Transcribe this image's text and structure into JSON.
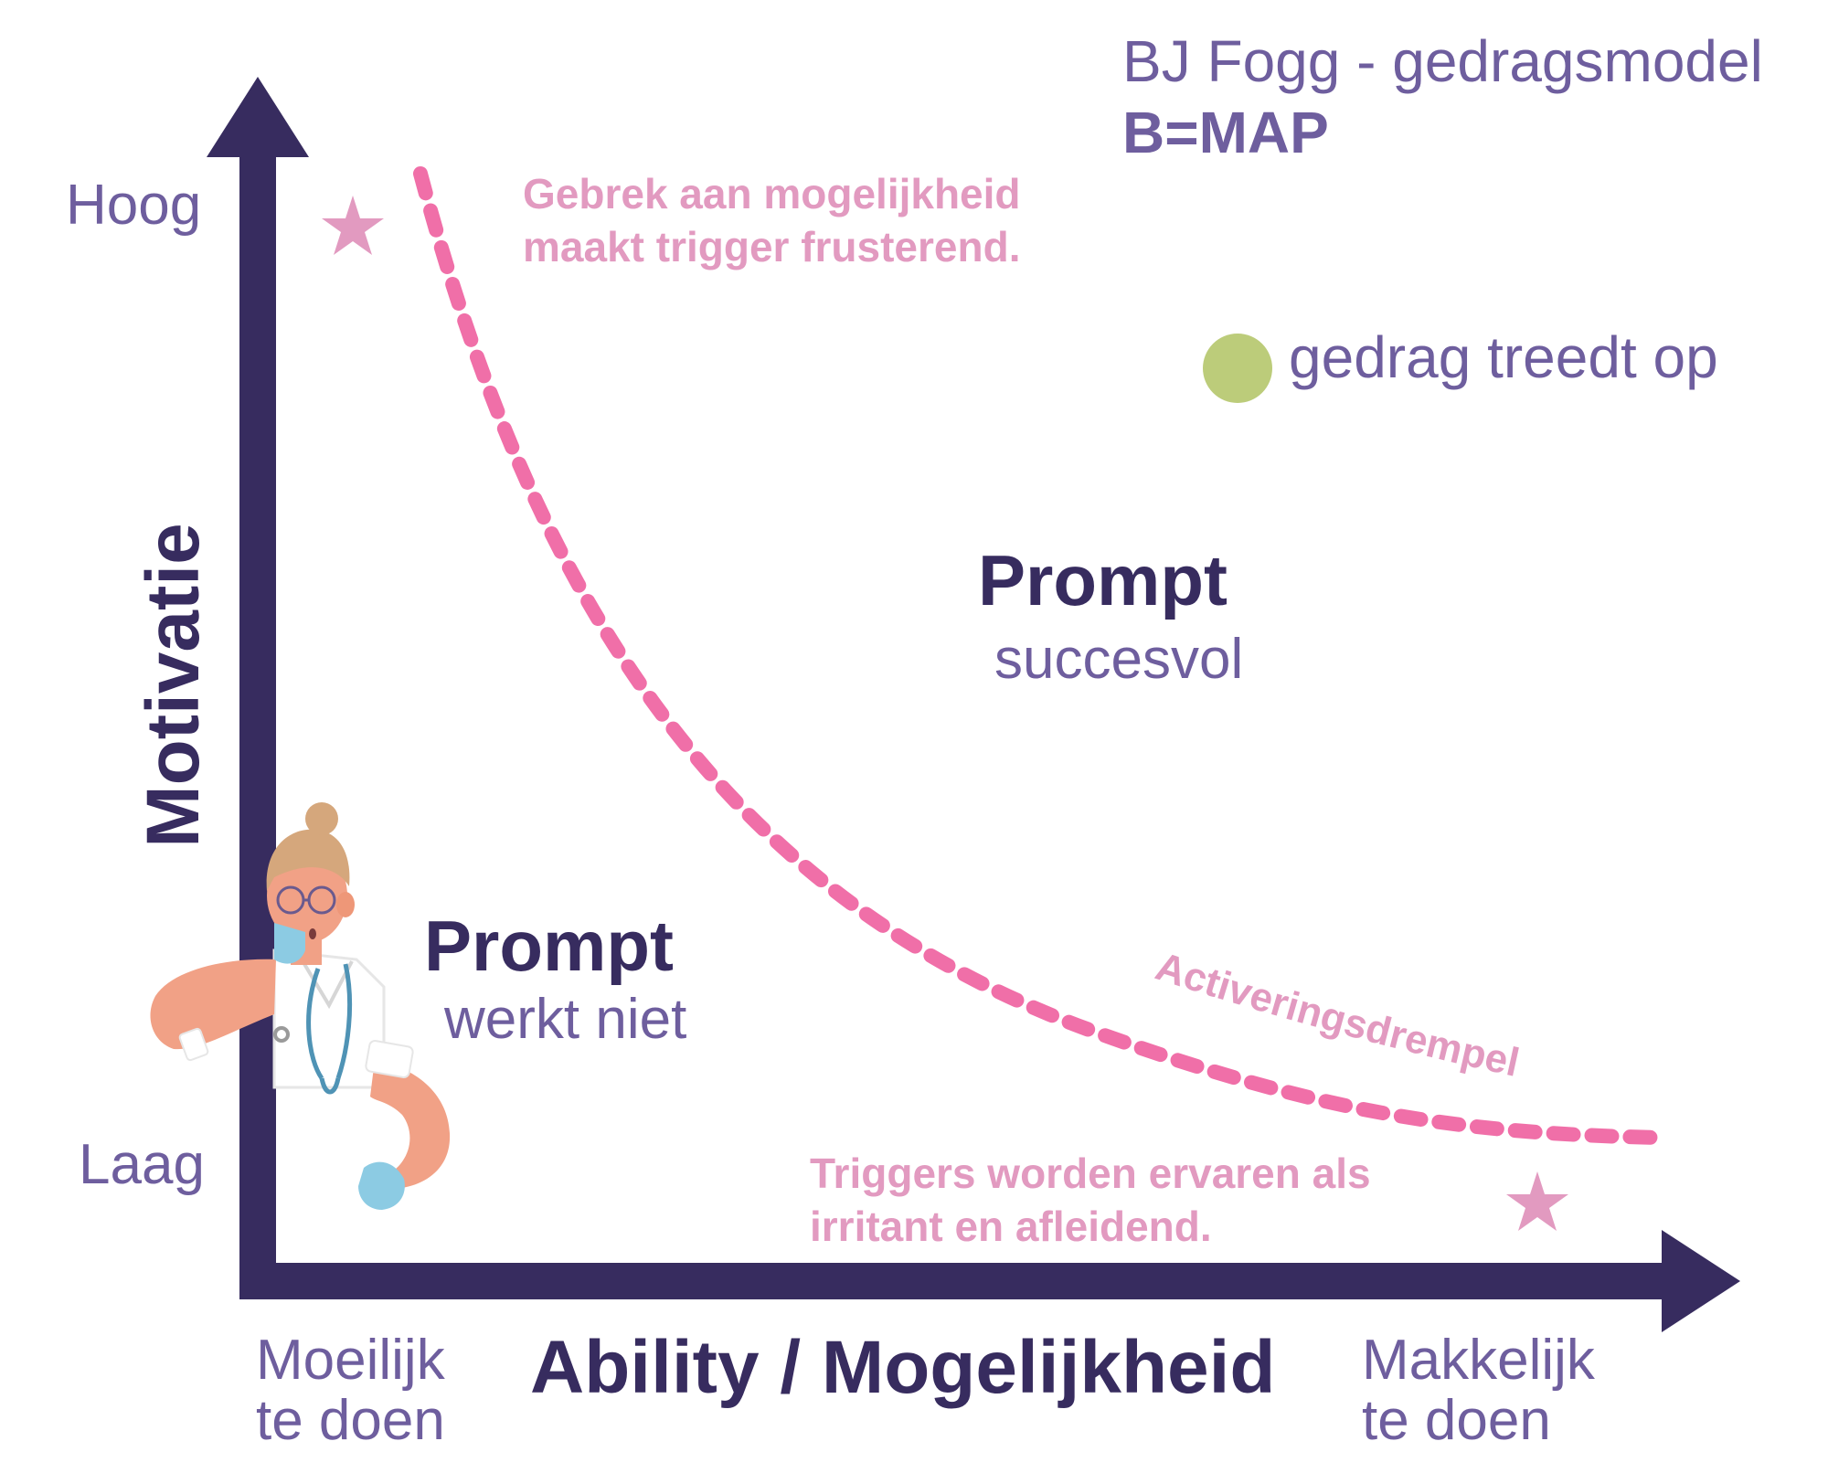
{
  "header": {
    "title": "BJ Fogg - gedragsmodel",
    "formula": "B=MAP"
  },
  "y_axis": {
    "title": "Motivatie",
    "high_label": "Hoog",
    "low_label": "Laag"
  },
  "x_axis": {
    "title": "Ability / Mogelijkheid",
    "left_label_line1": "Moeilijk",
    "left_label_line2": "te doen",
    "right_label_line1": "Makkelijk",
    "right_label_line2": "te doen"
  },
  "curve": {
    "label": "Activeringsdrempel",
    "color": "#f06fa8"
  },
  "notes": {
    "top_line1": "Gebrek aan mogelijkheid",
    "top_line2": "maakt trigger frusterend.",
    "bottom_line1": "Triggers worden ervaren als",
    "bottom_line2": "irritant en afleidend."
  },
  "legend": {
    "label": "gedrag treedt op",
    "dot_color": "#bccc7a"
  },
  "zones": {
    "success_head": "Prompt",
    "success_sub": "succesvol",
    "fail_head": "Prompt",
    "fail_sub": "werkt niet"
  },
  "colors": {
    "axis": "#372c5f",
    "text_purple": "#6e5e9e",
    "note_pink": "#e29ac0",
    "star_pink": "#e29ac0"
  },
  "icons": {
    "star": "star-icon",
    "nurse": "nurse-illustration"
  }
}
